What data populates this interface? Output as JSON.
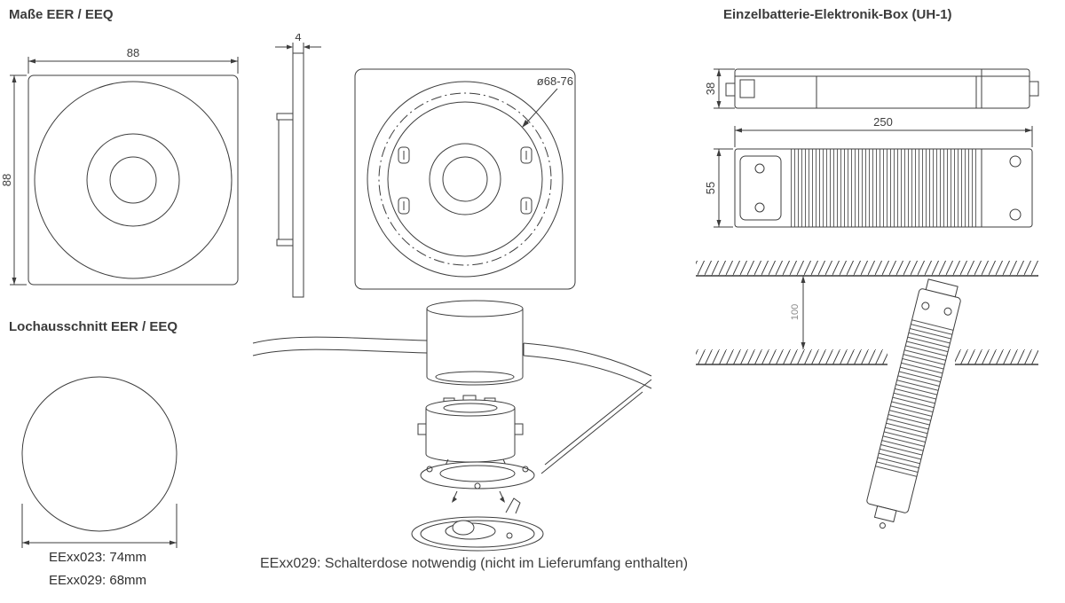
{
  "dims_section": {
    "title": "Maße EER / EEQ",
    "front": {
      "width": "88",
      "height": "88"
    },
    "side": {
      "depth": "4"
    },
    "rear": {
      "hole_diameter": "ø68-76"
    }
  },
  "ebox_section": {
    "title": "Einzelbatterie-Elektronik-Box (UH-1)",
    "side": {
      "height": "38"
    },
    "top": {
      "length": "250",
      "width": "55"
    },
    "install": {
      "recess_depth": "100"
    }
  },
  "cutout_section": {
    "title": "Lochausschnitt EER / EEQ",
    "labels": [
      "EExx023: 74mm",
      "EExx029: 68mm"
    ]
  },
  "note": "EExx029: Schalterdose notwendig (nicht im Lieferumfang enthalten)"
}
